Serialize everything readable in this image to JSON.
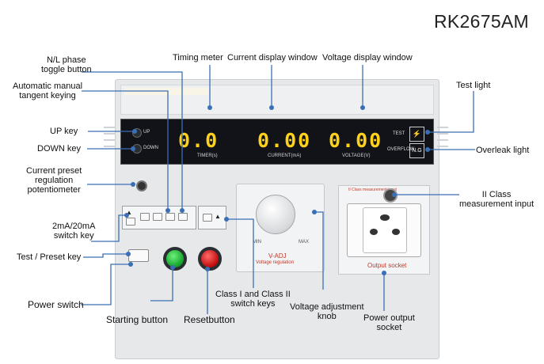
{
  "title": "RK2675AM",
  "callouts": {
    "nl_toggle": "N/L phase\ntoggle button",
    "auto_manual": "Automatic manual\ntangent keying",
    "timing_meter": "Timing meter",
    "current_window": "Current display window",
    "voltage_window": "Voltage display window",
    "test_light": "Test light",
    "up_key": "UP key",
    "down_key": "DOWN key",
    "overleak_light": "Overleak light",
    "preset_pot": "Current preset\nregulation\npotentiometer",
    "ii_class_input": "II Class\nmeasurement input",
    "range_key": "2mA/20mA\nswitch key",
    "test_preset_key": "Test / Preset key",
    "power_switch": "Power switch",
    "starting_button": "Starting button",
    "reset_button": "Resetbutton",
    "class_switch": "Class I and Class II\nswitch keys",
    "voltage_knob": "Voltage adjustment\nknob",
    "power_socket": "Power output\nsocket"
  },
  "display": {
    "timer": "0.0",
    "current": "0.00",
    "voltage": "0.00",
    "timer_label": "TIMER(s)",
    "current_label": "CURRENT(mA)",
    "voltage_label": "VOLTAGE(V)",
    "up": "UP",
    "down": "DOWN",
    "test": "TEST",
    "overflow": "OVERFLOW",
    "ng": "N.G"
  },
  "knob": {
    "min": "MIN",
    "max": "MAX",
    "title": "V-ADJ",
    "subtitle": "Voltage regulation"
  },
  "socket": {
    "ii_label": "II Class measurement input",
    "output_label": "Output socket"
  },
  "colors": {
    "digits": "#ffd21a",
    "start": "#19b233",
    "reset": "#d10d0d",
    "callout_line": "#3a6fb5",
    "knob_text": "#c0392b"
  }
}
